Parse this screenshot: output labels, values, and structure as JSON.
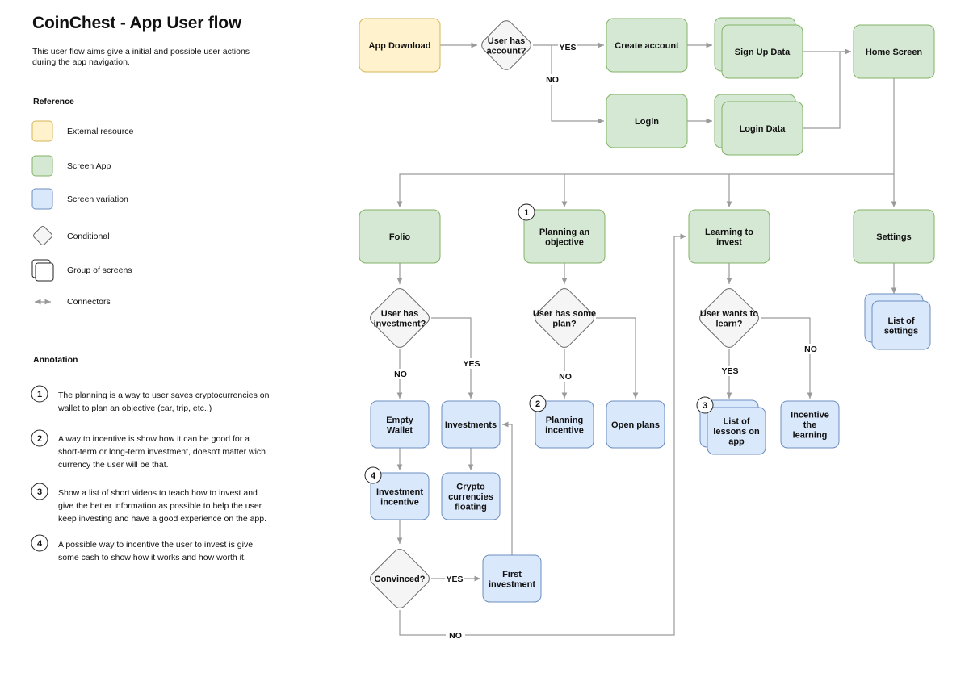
{
  "header": {
    "title": "CoinChest - App User flow",
    "subtitle": "This user flow aims give a initial and possible user actions during the app navigation."
  },
  "reference": {
    "title": "Reference",
    "items": [
      {
        "kind": "external",
        "label": "External resource"
      },
      {
        "kind": "screen",
        "label": "Screen App"
      },
      {
        "kind": "variation",
        "label": "Screen variation"
      },
      {
        "kind": "conditional",
        "label": "Conditional"
      },
      {
        "kind": "group",
        "label": "Group of screens"
      },
      {
        "kind": "connector",
        "label": "Connectors"
      }
    ]
  },
  "annotation": {
    "title": "Annotation",
    "items": [
      {
        "num": "1",
        "text": "The planning is a way to user saves cryptocurrencies on wallet to plan an objective (car, trip, etc..)"
      },
      {
        "num": "2",
        "text": "A way to incentive is show how it can be good for a short-term or long-term investment, doesn't matter wich currency the user will be that."
      },
      {
        "num": "3",
        "text": "Show a list of short videos to teach how to invest and give the better information as possible to help the user keep investing and have a good experience on the app."
      },
      {
        "num": "4",
        "text": "A possible way to incentive the user to invest is give some cash to show how it works and how worth it."
      }
    ]
  },
  "colors": {
    "external_fill": "#fff2cc",
    "external_stroke": "#d6b656",
    "screen_fill": "#d5e8d4",
    "screen_stroke": "#82b366",
    "variation_fill": "#dae8fc",
    "variation_stroke": "#6c8ebf",
    "cond_fill": "#f5f5f5",
    "cond_stroke": "#666666",
    "edge": "#9a9a9a"
  },
  "diagram": {
    "nodes": {
      "app_download": {
        "label": "App Download",
        "type": "external"
      },
      "has_account": {
        "label": "User has account?",
        "type": "conditional"
      },
      "create_account": {
        "label": "Create account",
        "type": "screen"
      },
      "signup_data": {
        "label": "Sign Up Data",
        "type": "screen-group"
      },
      "home_screen": {
        "label": "Home Screen",
        "type": "screen"
      },
      "login": {
        "label": "Login",
        "type": "screen"
      },
      "login_data": {
        "label": "Login Data",
        "type": "screen-group"
      },
      "folio": {
        "label": "Folio",
        "type": "screen"
      },
      "planning": {
        "label": "Planning an objective",
        "type": "screen",
        "badge": "1"
      },
      "learning": {
        "label": "Learning to invest",
        "type": "screen"
      },
      "settings": {
        "label": "Settings",
        "type": "screen"
      },
      "list_settings": {
        "label": "List of settings",
        "type": "variation-group"
      },
      "has_investment": {
        "label": "User has investment?",
        "type": "conditional"
      },
      "has_plan": {
        "label": "User has some plan?",
        "type": "conditional"
      },
      "wants_learn": {
        "label": "User wants to learn?",
        "type": "conditional"
      },
      "empty_wallet": {
        "label": "Empty Wallet",
        "type": "variation"
      },
      "investments": {
        "label": "Investments",
        "type": "variation"
      },
      "planning_incentive": {
        "label": "Planning incentive",
        "type": "variation",
        "badge": "2"
      },
      "open_plans": {
        "label": "Open plans",
        "type": "variation"
      },
      "list_lessons": {
        "label": "List of lessons on app",
        "type": "variation-group",
        "badge": "3"
      },
      "incentive_learning": {
        "label": "Incentive the learning",
        "type": "variation"
      },
      "investment_incentive": {
        "label": "Investment incentive",
        "type": "variation",
        "badge": "4"
      },
      "crypto_floating": {
        "label": "Crypto currencies floating",
        "type": "variation"
      },
      "convinced": {
        "label": "Convinced?",
        "type": "conditional"
      },
      "first_investment": {
        "label": "First investment",
        "type": "variation"
      }
    },
    "edge_labels": {
      "yes": "YES",
      "no": "NO"
    }
  }
}
